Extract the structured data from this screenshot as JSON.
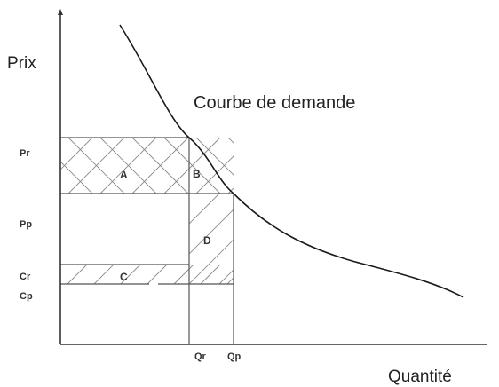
{
  "axes": {
    "y_label": "Prix",
    "x_label": "Quantité"
  },
  "curve": {
    "label": "Courbe de demande"
  },
  "price_levels": [
    "Pr",
    "Pp",
    "Cr",
    "Cp"
  ],
  "quantity_levels": [
    "Qr",
    "Qp"
  ],
  "regions": [
    "A",
    "B",
    "C",
    "D"
  ],
  "colors": {
    "line": "#333333",
    "curve": "#1a1a1a",
    "hatch": "#8a8a8a"
  }
}
